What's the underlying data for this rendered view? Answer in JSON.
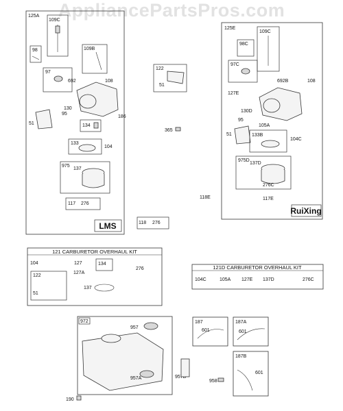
{
  "watermark": "AppliancePartsPros.com",
  "groups": {
    "carb_lms": {
      "id": "125A",
      "brand": "LMS"
    },
    "carb_ruixing": {
      "id": "125E",
      "brand": "RuiXing"
    },
    "kit_121": {
      "title": "121 CARBURETOR OVERHAUL KIT"
    },
    "kit_121d": {
      "title": "121D CARBURETOR OVERHAUL KIT"
    }
  },
  "labels": {
    "p109c": "109C",
    "p98": "98",
    "p109b": "109B",
    "p97": "97",
    "p692": "692",
    "p108": "108",
    "p130": "130",
    "p95": "95",
    "p51": "51",
    "p186": "186",
    "p134": "134",
    "p133": "133",
    "p104": "104",
    "p975": "975",
    "p137": "137",
    "p276": "276",
    "p117": "117",
    "p122": "122",
    "p51b": "51",
    "p365": "365",
    "p118": "118",
    "p276b": "276",
    "r109c": "109C",
    "r98c": "98C",
    "r97c": "97C",
    "r692b": "692B",
    "r108": "108",
    "r127e": "127E",
    "r130d": "130D",
    "r95": "95",
    "r105a": "105A",
    "r51": "51",
    "r133b": "133B",
    "r104c": "104C",
    "r975d": "975D",
    "r137d": "137D",
    "r276c": "276C",
    "r117e": "117E",
    "r118e": "118E",
    "k104": "104",
    "k127": "127",
    "k134": "134",
    "k276": "276",
    "k127a": "127A",
    "k122": "122",
    "k51": "51",
    "k137": "137",
    "d104c": "104C",
    "d105a": "105A",
    "d127e": "127E",
    "d137d": "137D",
    "d276c": "276C",
    "t972": "972",
    "t957": "957",
    "t957a": "957A",
    "t957b": "957B",
    "t958": "958",
    "t190": "190",
    "l187": "187",
    "l601a": "601",
    "l187a": "187A",
    "l601b": "601",
    "l187b": "187B",
    "l601c": "601"
  }
}
